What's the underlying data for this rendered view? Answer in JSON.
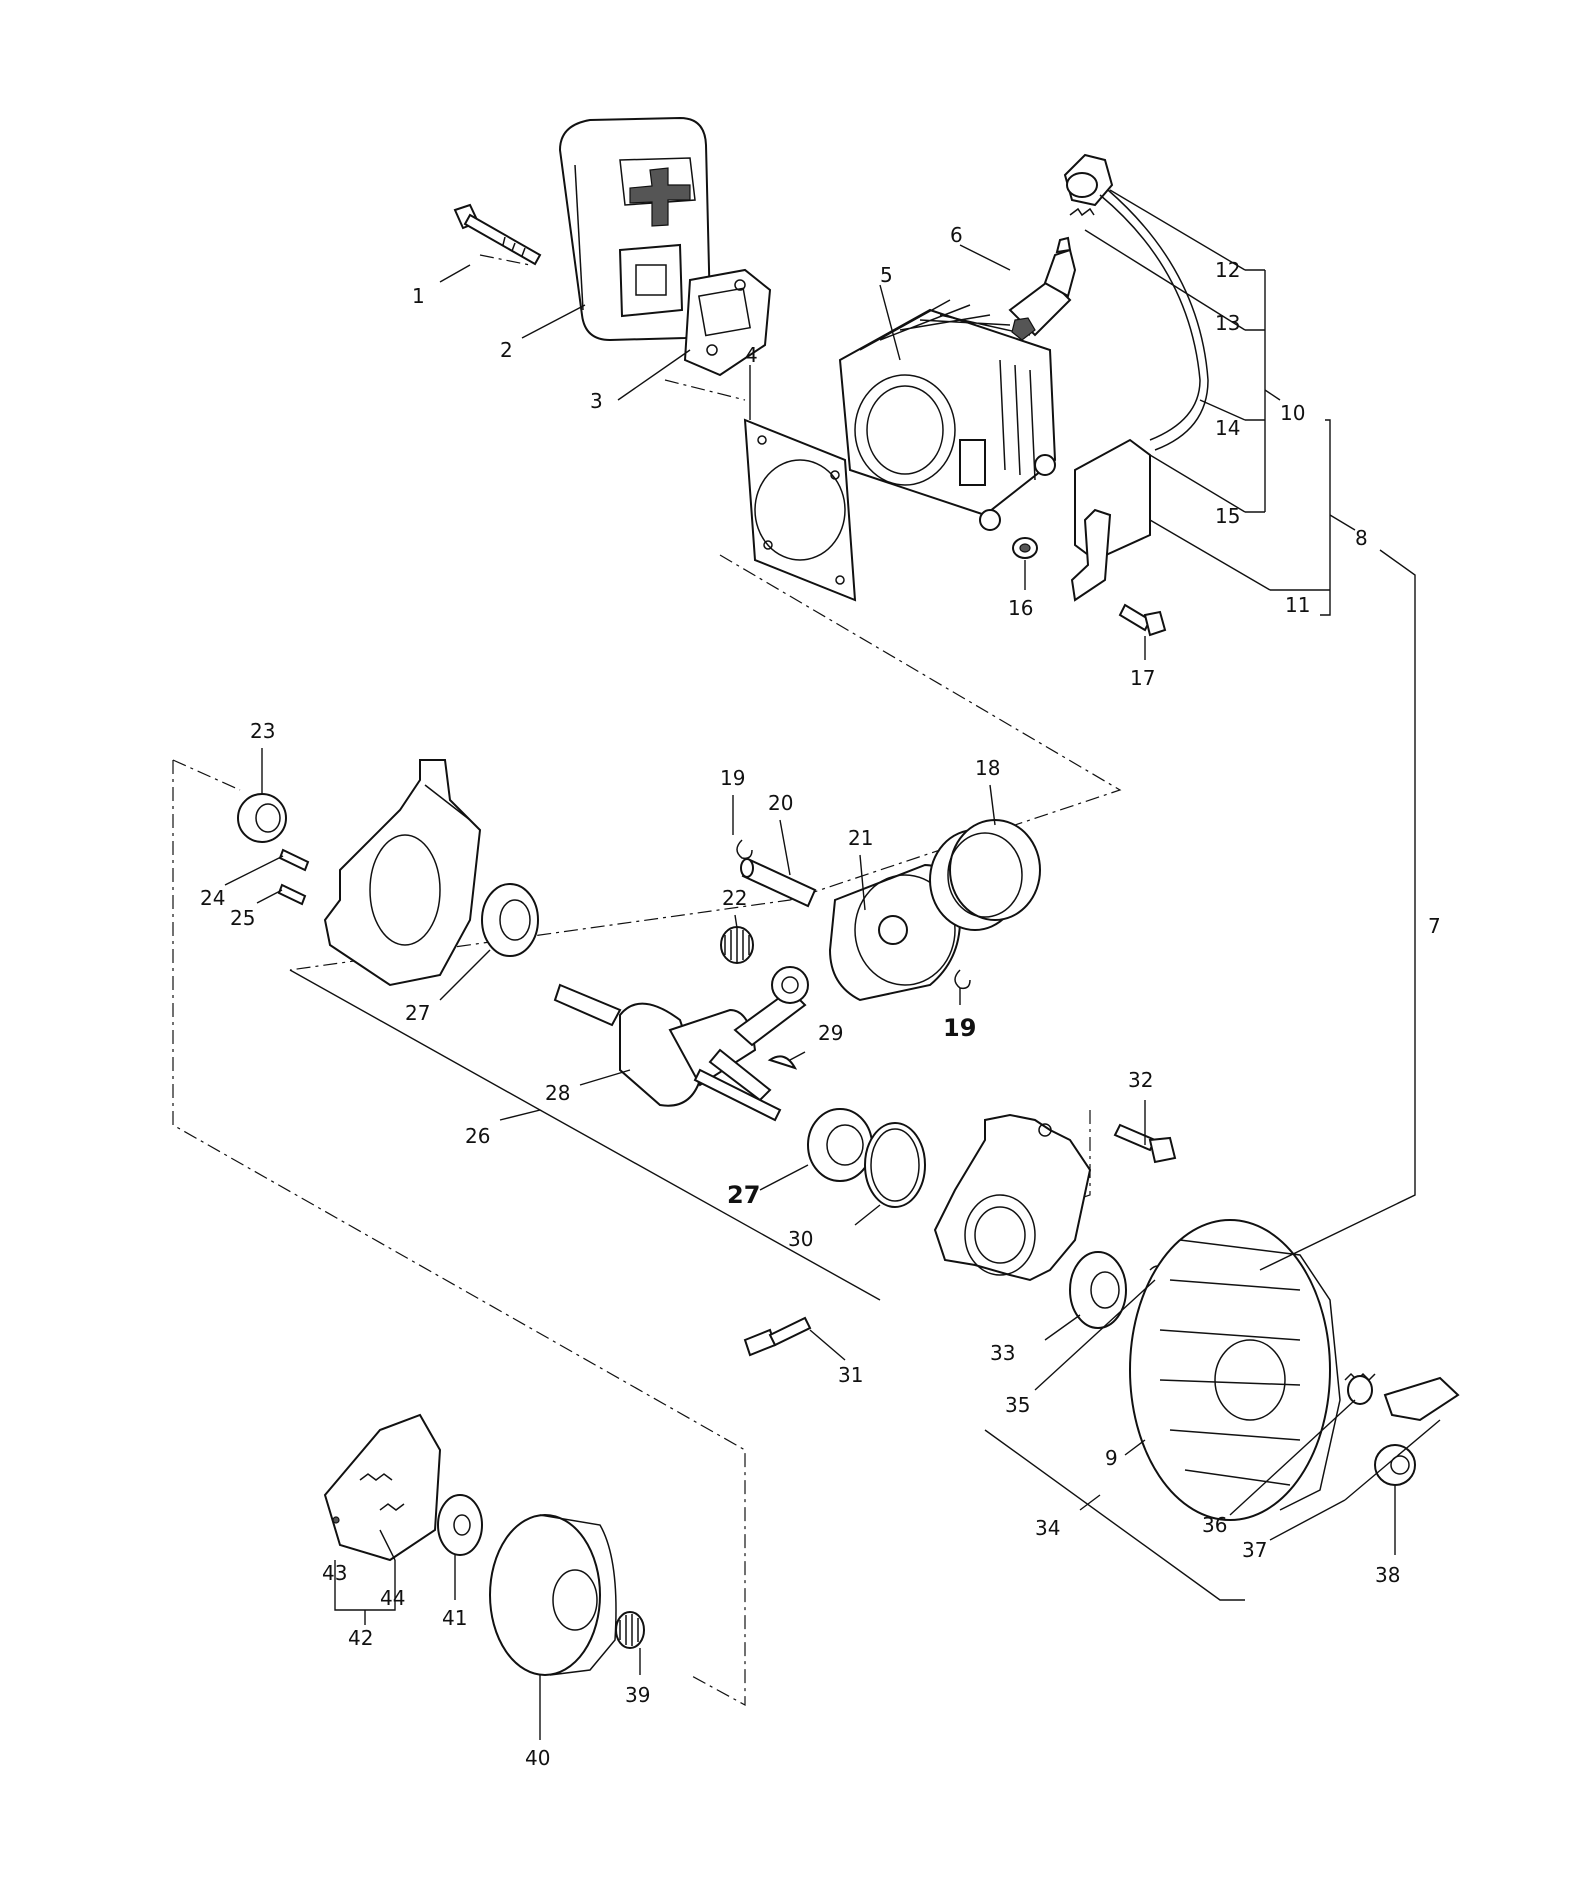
{
  "labels": {
    "p1": "1",
    "p2": "2",
    "p3": "3",
    "p4": "4",
    "p5": "5",
    "p6": "6",
    "p7": "7",
    "p8": "8",
    "p9": "9",
    "p10": "10",
    "p11": "11",
    "p12": "12",
    "p13": "13",
    "p14": "14",
    "p15": "15",
    "p16": "16",
    "p17": "17",
    "p18": "18",
    "p19a": "19",
    "p19b": "19",
    "p20": "20",
    "p21": "21",
    "p22": "22",
    "p23": "23",
    "p24": "24",
    "p25": "25",
    "p26": "26",
    "p27a": "27",
    "p27b": "27",
    "p28": "28",
    "p29": "29",
    "p30": "30",
    "p31": "31",
    "p32": "32",
    "p33": "33",
    "p34": "34",
    "p35": "35",
    "p36": "36",
    "p37": "37",
    "p38": "38",
    "p39": "39",
    "p40": "40",
    "p41": "41",
    "p42": "42",
    "p43": "43",
    "p44": "44"
  }
}
